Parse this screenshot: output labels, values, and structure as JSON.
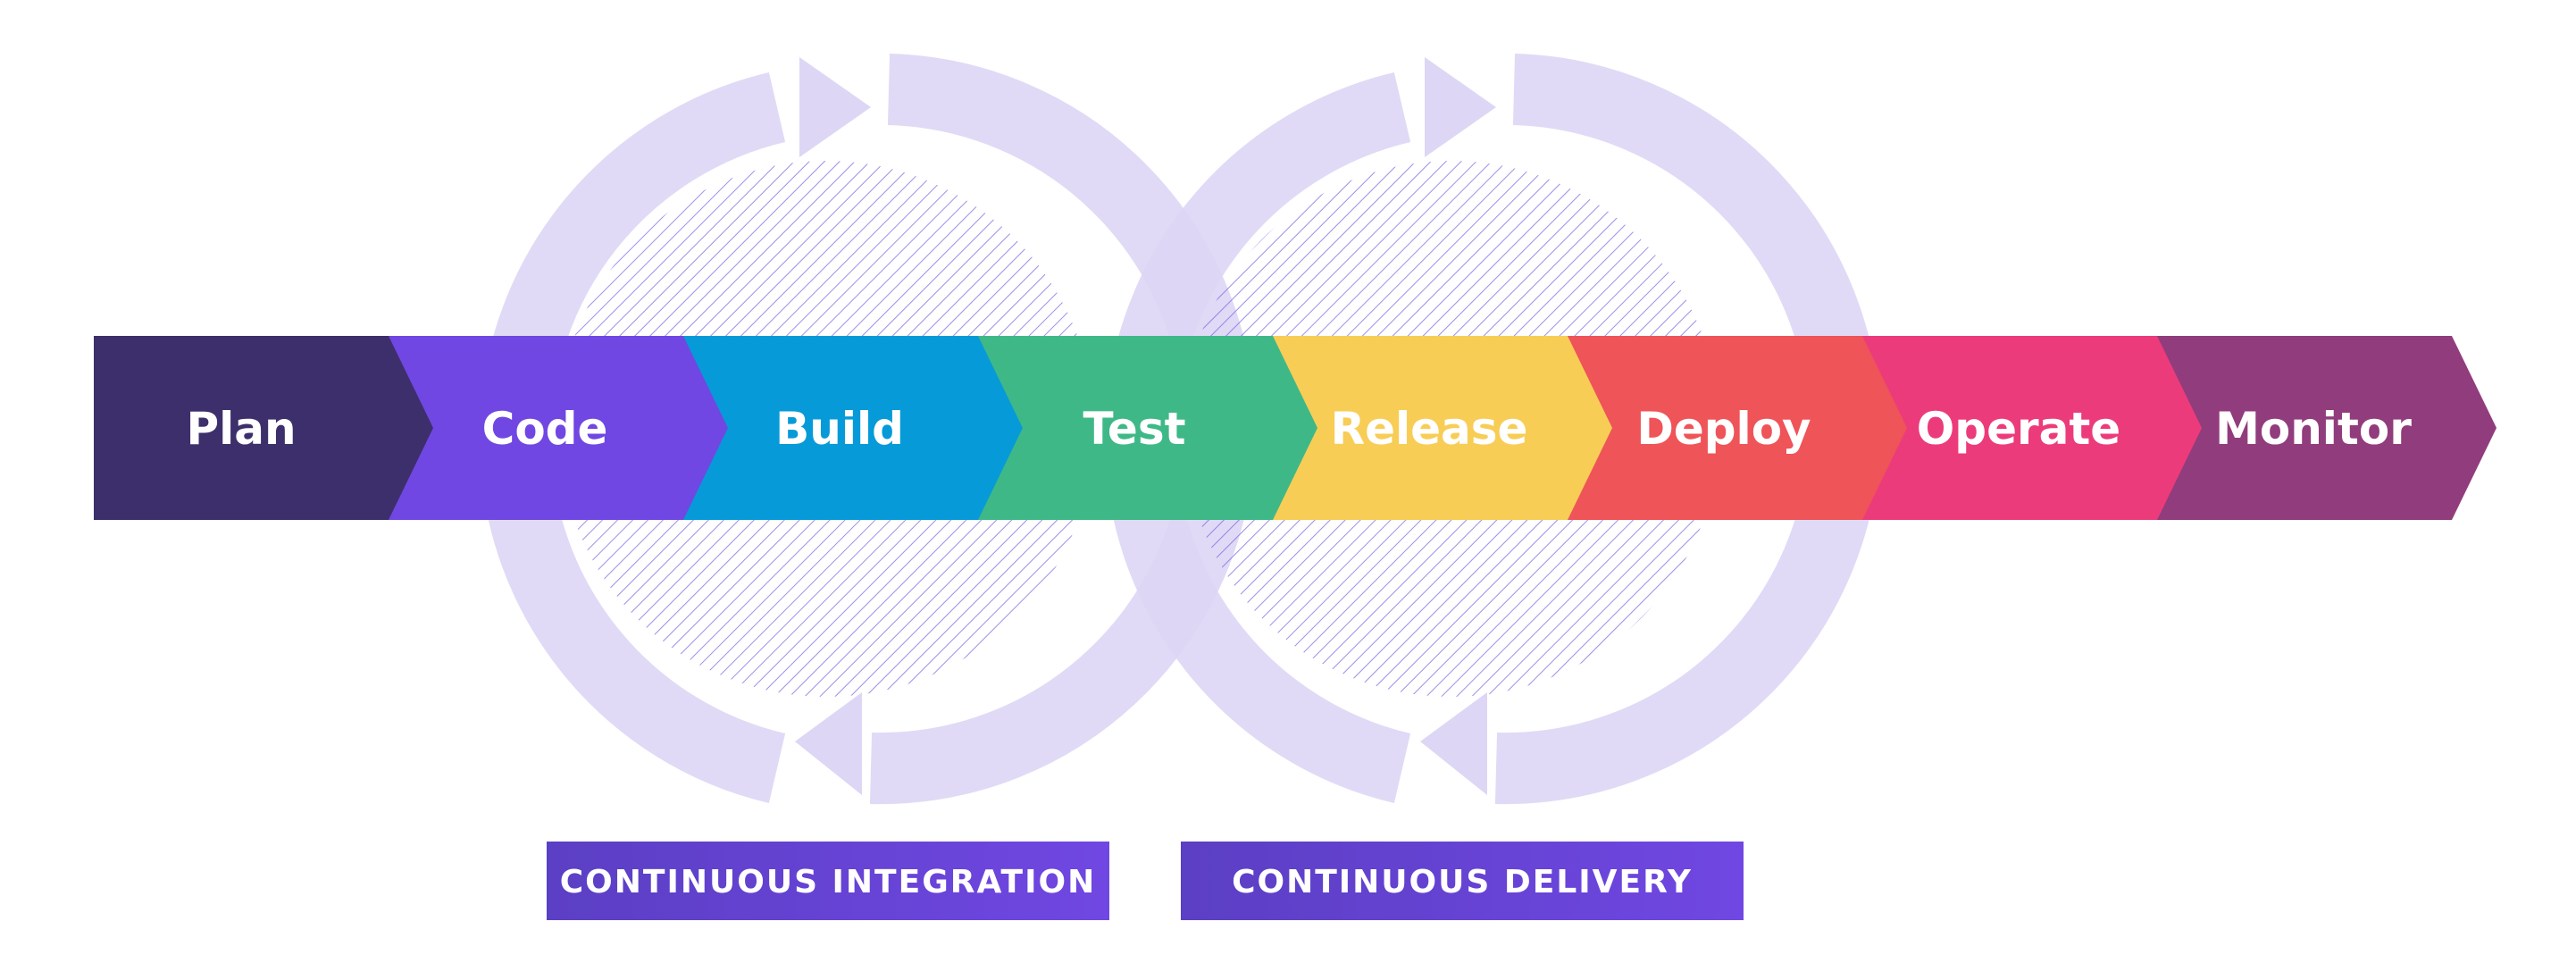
{
  "stages": [
    {
      "label": "Plan",
      "color": "#3d2f6b"
    },
    {
      "label": "Code",
      "color": "#7047e2"
    },
    {
      "label": "Build",
      "color": "#079ad8"
    },
    {
      "label": "Test",
      "color": "#3fb887"
    },
    {
      "label": "Release",
      "color": "#f8cd56"
    },
    {
      "label": "Deploy",
      "color": "#ee5458"
    },
    {
      "label": "Operate",
      "color": "#ec3b7b"
    },
    {
      "label": "Monitor",
      "color": "#913c7c"
    }
  ],
  "loops": [
    {
      "label": "CONTINUOUS INTEGRATION"
    },
    {
      "label": "CONTINUOUS DELIVERY"
    }
  ],
  "colors": {
    "loop_arrow": "#ddd6f5",
    "hatch": "#7b6ae0",
    "badge_start": "#5b3fc4",
    "badge_end": "#7047e2"
  }
}
